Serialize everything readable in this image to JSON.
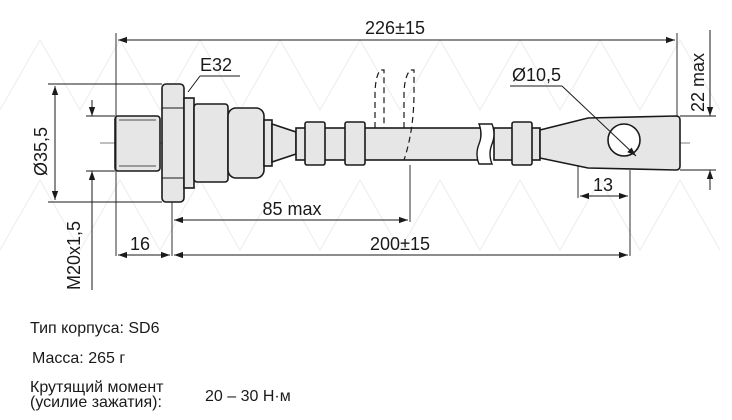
{
  "dimensions": {
    "overall_length": "226±15",
    "thread_size": "E32",
    "eye_hole": "Ø10,5",
    "lug_height": "22 max",
    "base_diameter": "Ø35,5",
    "lug_offset": "13",
    "body_length": "85 max",
    "thread_spec": "M20x1,5",
    "stud_length": "16",
    "lead_length": "200±15"
  },
  "specs": {
    "case_label": "Тип корпуса: SD6",
    "mass_label": "Масса: 265 г",
    "torque_label_line1": "Крутящий момент",
    "torque_label_line2": "(усилие зажатия):",
    "torque_value": "20 – 30 Н·м"
  },
  "colors": {
    "ink": "#1a1a1a",
    "body_fill": "#e6e6e6",
    "watermark": "#efefef"
  }
}
